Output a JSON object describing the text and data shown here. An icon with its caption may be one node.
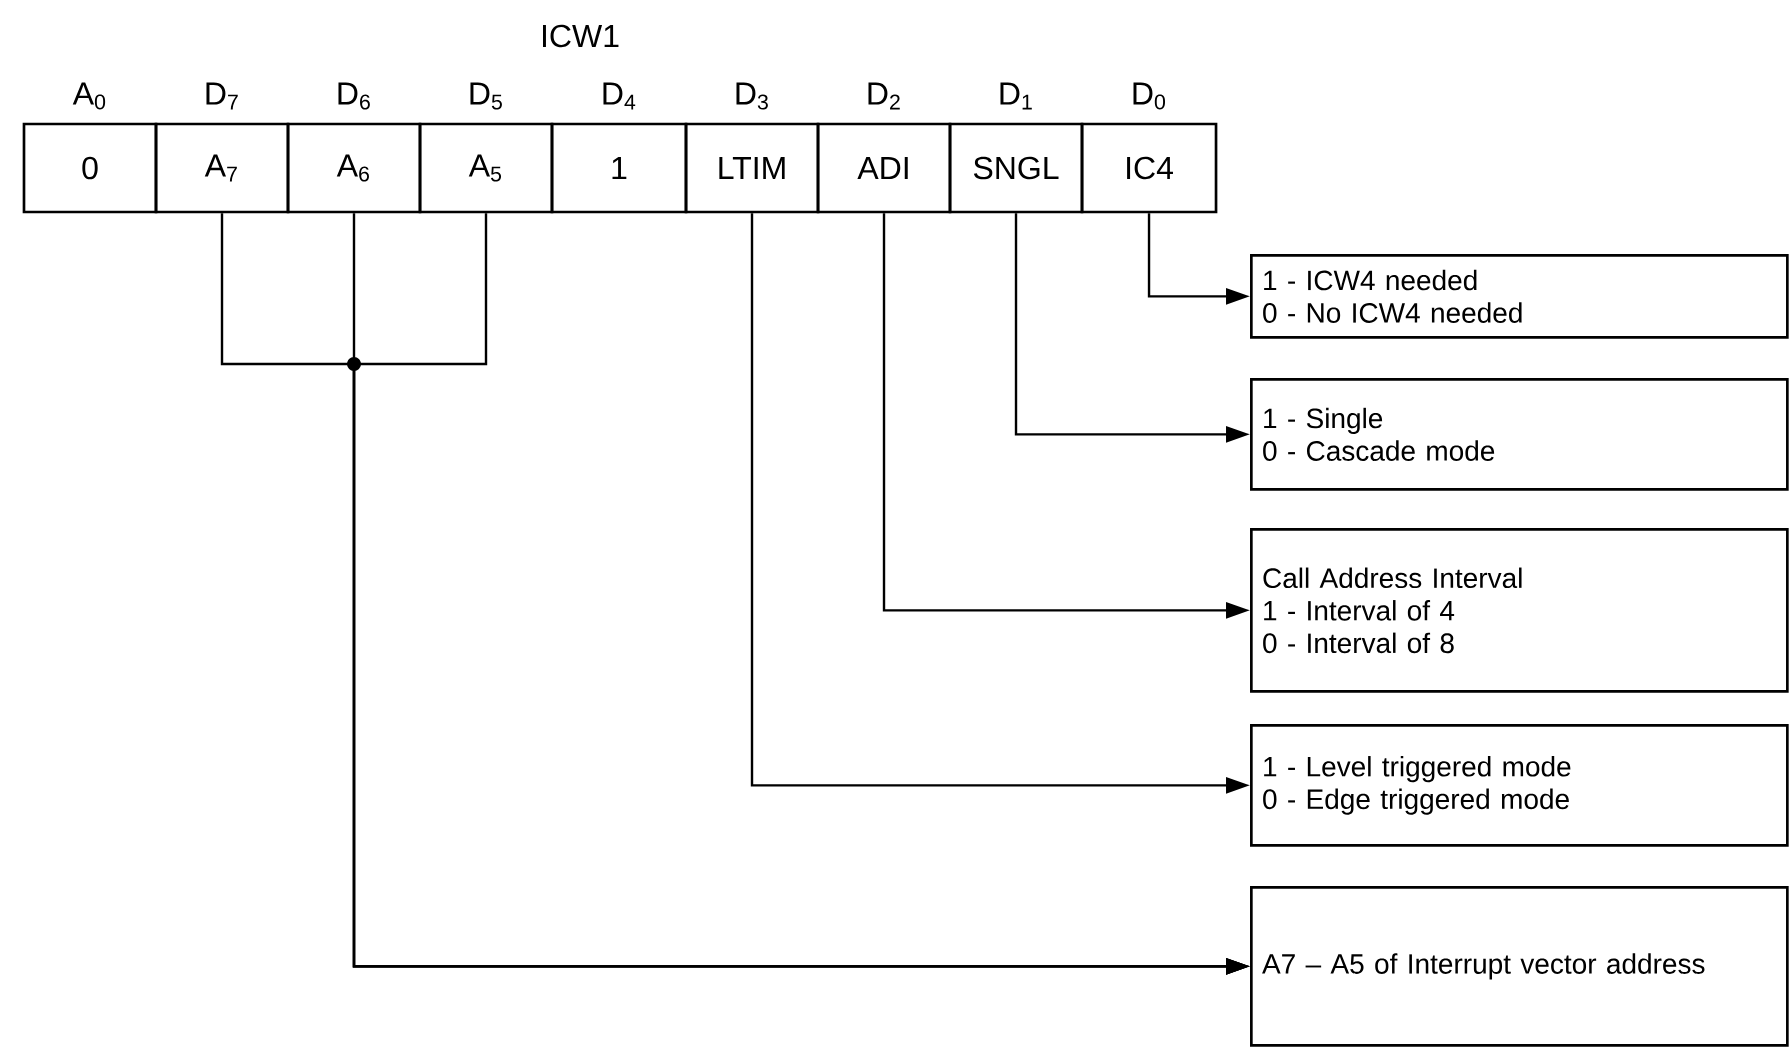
{
  "diagram": {
    "title": "ICW1",
    "nodes": [
      {
        "text": [
          "0"
        ],
        "beside": [
          "A$_{0}$"
        ]
      },
      {
        "text": [
          "A$_{7}$"
        ],
        "beside": [
          "D$_{7}$"
        ]
      },
      {
        "text": [
          "A$_{6}$"
        ],
        "beside": [
          "D$_{6}$"
        ]
      },
      {
        "text": [
          "A$_{5}$"
        ],
        "beside": [
          "D$_{5}$"
        ]
      },
      {
        "text": [
          "1"
        ],
        "beside": [
          "D$_{4}$"
        ]
      },
      {
        "text": [
          "LTIM"
        ],
        "beside": [
          "D$_{3}$"
        ]
      },
      {
        "text": [
          "ADI"
        ],
        "beside": [
          "D$_{2}$"
        ]
      },
      {
        "text": [
          "SNGL"
        ],
        "beside": [
          "D$_{1}$"
        ]
      },
      {
        "text": [
          "IC4"
        ],
        "beside": [
          "D$_{0}$"
        ]
      },
      {
        "text": [
          "1 - ICW4 needed",
          "0 - No ICW4 needed"
        ]
      },
      {
        "text": [
          "1 - Single",
          "0 - Cascade mode"
        ]
      },
      {
        "text": [
          "Call Address Interval",
          "1 - Interval of 4",
          "0 - Interval of 8"
        ]
      },
      {
        "text": [
          "1 - Level triggered mode",
          "0 - Edge triggered mode"
        ]
      },
      {
        "text": [
          "A7 – A5 of Interrupt vector address"
        ]
      }
    ],
    "edges": [
      {
        "from": 8,
        "to": 9,
        "arrow": "to"
      },
      {
        "from": 7,
        "to": 10,
        "arrow": "to"
      },
      {
        "from": 6,
        "to": 11,
        "arrow": "to"
      },
      {
        "from": 5,
        "to": 12,
        "arrow": "to"
      },
      {
        "from": 1,
        "to": 13,
        "arrow": "to"
      },
      {
        "from": 2,
        "to": 13,
        "arrow": "to"
      },
      {
        "from": 3,
        "to": 13,
        "arrow": "to"
      }
    ]
  }
}
